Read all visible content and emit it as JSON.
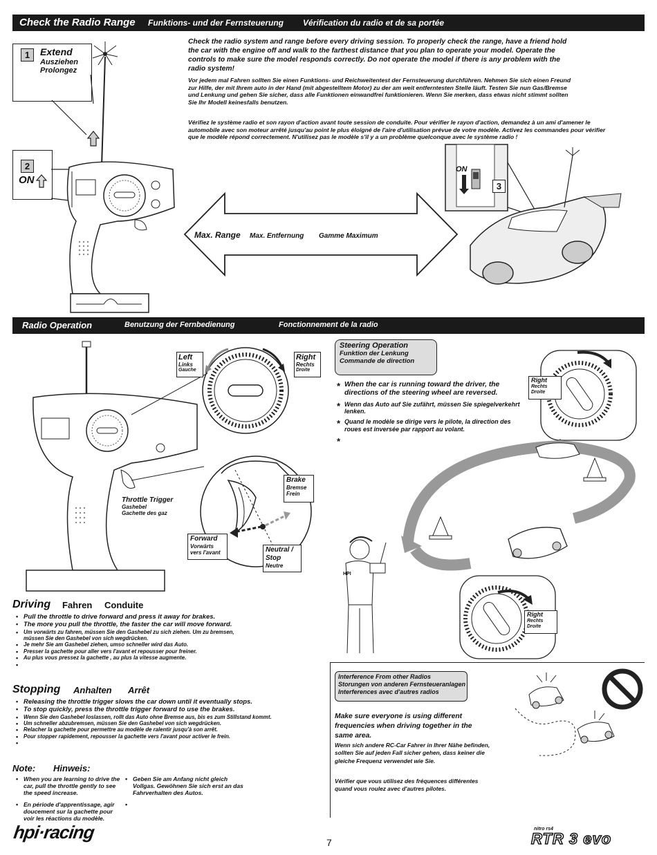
{
  "section1": {
    "title_en": "Check the Radio Range",
    "title_de": "Funktions- und der Fernsteuerung",
    "title_fr": "Vérification du radio et de sa portée",
    "step1_num": "1",
    "step1_en": "Extend",
    "step1_de": "Ausziehen",
    "step1_fr": "Prolongez",
    "step2_num": "2",
    "step2_label": "ON",
    "step3_num": "3",
    "step3_label": "ON",
    "para_en": "Check the radio system and range before every driving session. To properly check the range, have a friend hold the car  with the engine off and walk to the farthest distance that you plan to operate your model. Operate the controls to make sure the model responds correctly. Do not operate the model if there is any problem with the radio system!",
    "para_de": "Vor jedem mal Fahren sollten Sie einen Funktions- und Reichweitentest der Fernsteuerung durchführen. Nehmen Sie sich einen Freund zur Hilfe, der mit Ihrem auto in der Hand (mit abgestelltem Motor) zu der am weit entferntesten Stelle läuft. Testen Sie nun Gas/Bremse und Lenkung und gehen Sie sicher, dass alle Funktionen einwandfrei funktionieren. Wenn Sie merken, dass etwas nicht stimmt sollten Sie Ihr Modell keinesfalls benutzen.",
    "para_fr": "Vérifiez le système radio et son rayon d'action avant toute session de conduite. Pour vérifier le rayon d'action, demandez à un ami d'amener le automobile avec son moteur arrêté jusqu'au point le plus éloigné de l'aire d'utilisation prévue de votre modèle.  Activez les commandes pour vérifier que le modèle répond correctement. N'utilisez pas le modèle s'il y a un problème quelconque avec le système radio !",
    "range_en": "Max. Range",
    "range_de": "Max. Entfernung",
    "range_fr": "Gamme Maximum"
  },
  "section2": {
    "title_en": "Radio Operation",
    "title_de": "Benutzung der Fernbedienung",
    "title_fr": "Fonctionnement de la radio",
    "left_en": "Left",
    "left_de": "Links",
    "left_fr": "Gauche",
    "right_en": "Right",
    "right_de": "Rechts",
    "right_fr": "Droite",
    "throttle_en": "Throttle Trigger",
    "throttle_de": "Gashebel",
    "throttle_fr": "Gachette des gaz",
    "brake_en": "Brake",
    "brake_de": "Bremse",
    "brake_fr": "Frein",
    "forward_en": "Forward",
    "forward_de": "Vorwärts",
    "forward_fr": "vers l'avant",
    "neutral_en": "Neutral /",
    "neutral_en2": "Stop",
    "neutral_fr": "Neutre",
    "steering_en": "Steering  Operation",
    "steering_de": "Funktion  der  Lenkung",
    "steering_fr": "Commande  de  direction",
    "steer_notes": [
      "When the car is running toward the driver, the directions of the steering wheel are reversed.",
      "Wenn das Auto auf Sie zufährt, müssen Sie spiegelverkehrt lenken.",
      "Quand le modèle se dirige vers le pilote, la direction des roues est inversée par rapport au volant.",
      ""
    ],
    "right1_en": "Right",
    "right1_de": "Rechts",
    "right1_fr": "Droite",
    "right2_en": "Right",
    "right2_de": "Rechts",
    "right2_fr": "Droite",
    "figure_badge": "HPI"
  },
  "driving": {
    "title_en": "Driving",
    "title_de": "Fahren",
    "title_fr": "Conduite",
    "bullets": [
      "Pull the throttle to drive forward and press it away for brakes.",
      "The more you pull the throttle, the faster the car will move forward.",
      "Um vorwärts zu fahren, müssen Sie den Gashebel zu sich ziehen. Um zu bremsen, müssen Sie den Gashebel von sich wegdrücken.",
      "Je mehr Sie am Gashebel ziehen, umso schneller wird das Auto.",
      "Presser la gachette pour aller vers l'avant et repousser pour freiner.",
      "Au plus vous pressez la gachette , au plus la vitesse augmente.",
      ""
    ]
  },
  "stopping": {
    "title_en": "Stopping",
    "title_de": "Anhalten",
    "title_fr": "Arrêt",
    "bullets": [
      "Releasing the throttle trigger slows the car down until it eventually stops.",
      "To stop quickly, press the throttle trigger forward to use the brakes.",
      "Wenn Sie den Gashebel loslassen, rollt das Auto ohne Bremse aus, bis es zum Stillstand kommt.",
      "Um schneller abzubremsen, müssen Sie den Gashebel von sich wegdrücken.",
      "Relacher la gachette pour permettre au modèle de ralentir jusqu'à son arrêt.",
      "Pour stopper rapidement, repousser la gachette vers l'avant pour activer le frein.",
      ""
    ]
  },
  "note": {
    "title_en": "Note:",
    "title_de": "Hinweis:",
    "col1": [
      "When you are learning to drive the  car, pull the throttle gently to see the speed increase.",
      "En période d'apprentissage, agir doucement sur la gachette pour voir les réactions du modèle."
    ],
    "col2": [
      "Geben Sie am Anfang nicht gleich Vollgas. Gewöhnen Sie sich erst an das Fahrverhalten des Autos.",
      ""
    ]
  },
  "interference": {
    "title_en": "Interference From other Radios",
    "title_de": "Storungen von anderen Fernsteueranlagen",
    "title_fr": "Interferences avec d'autres radios",
    "para_en": "Make sure everyone is using different frequencies when driving together in the same area.",
    "para_de": "Wenn sich andere RC-Car Fahrer in Ihrer Nähe befinden, sollten Sie auf jeden Fall sicher gehen, dass keiner die gleiche Frequenz verwendet wie Sie.",
    "para_fr": "Vérifier que vous utilisez des fréquences différentes quand vous roulez avec d'autres pilotes."
  },
  "footer": {
    "logo": "hpi·racing",
    "page": "7",
    "brand_small": "nitro rs4",
    "brand": "RTR 3 evo"
  },
  "colors": {
    "bar_bg": "#1a1a1a",
    "box_gray": "#cccccc",
    "line": "#222222"
  }
}
